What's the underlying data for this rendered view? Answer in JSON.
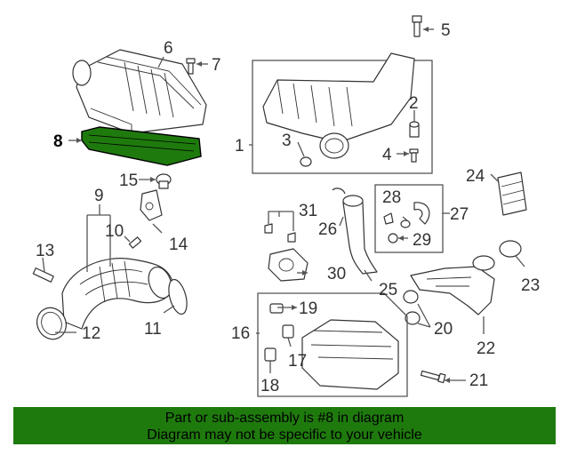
{
  "diagram": {
    "callouts": [
      "1",
      "2",
      "3",
      "4",
      "5",
      "6",
      "7",
      "8",
      "9",
      "10",
      "11",
      "12",
      "13",
      "14",
      "15",
      "16",
      "17",
      "18",
      "19",
      "20",
      "21",
      "22",
      "23",
      "24",
      "25",
      "26",
      "27",
      "28",
      "29",
      "30",
      "31"
    ],
    "highlighted_part": "8",
    "highlight_color": "#1f7a0e"
  },
  "banner": {
    "line1": "Part or sub-assembly is #8 in diagram",
    "line2": "Diagram may not be specific to your vehicle",
    "background": "#1f7a0e"
  }
}
